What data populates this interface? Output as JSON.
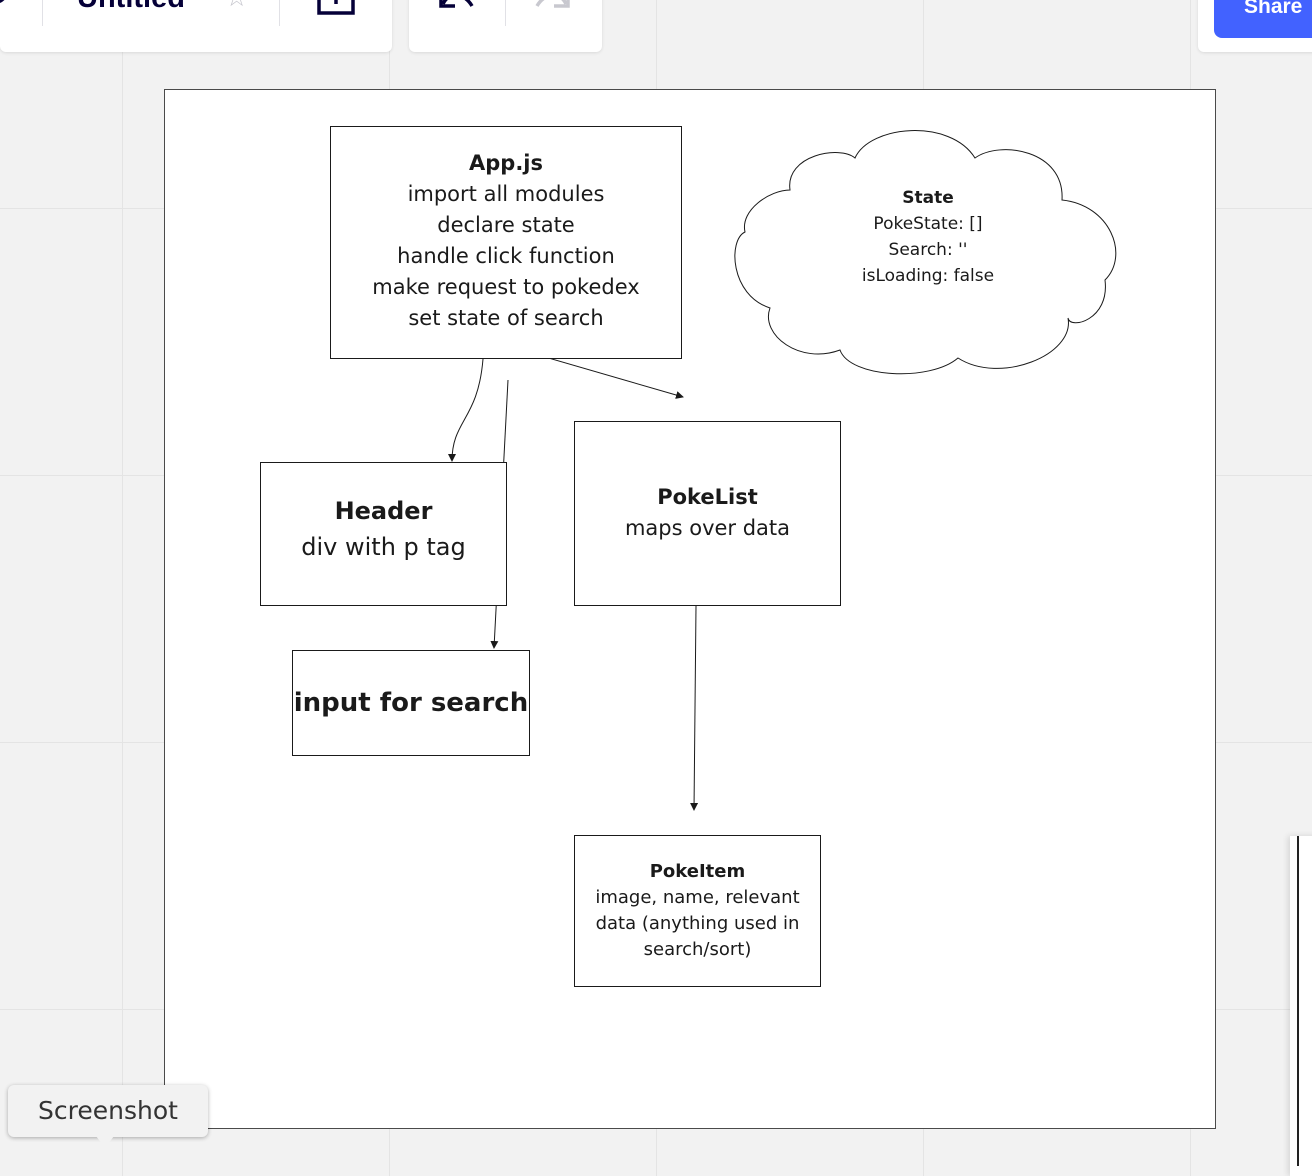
{
  "toolbar": {
    "board_title": "Untitled",
    "share_label": "Share",
    "icons": [
      "board-logo-icon",
      "star-icon",
      "export-icon",
      "undo-icon",
      "redo-icon"
    ]
  },
  "diagram": {
    "app": {
      "title": "App.js",
      "lines": [
        "import all modules",
        "declare state",
        "handle click function",
        "make request to pokedex",
        "set state of search"
      ]
    },
    "state_cloud": {
      "title": "State",
      "lines": [
        "PokeState: []",
        "Search: ''",
        "isLoading: false"
      ]
    },
    "header": {
      "title": "Header",
      "lines": [
        "div with p tag"
      ]
    },
    "input": {
      "title": "input for search"
    },
    "pokelist": {
      "title": "PokeList",
      "lines": [
        "maps over data"
      ]
    },
    "pokeitem": {
      "title": "PokeItem",
      "lines": [
        "image, name, relevant",
        "data (anything used in",
        "search/sort)"
      ]
    }
  },
  "tooltip": {
    "label": "Screenshot"
  },
  "colors": {
    "accent": "#4262ff",
    "ink": "#050038",
    "canvas": "#f2f2f2"
  }
}
